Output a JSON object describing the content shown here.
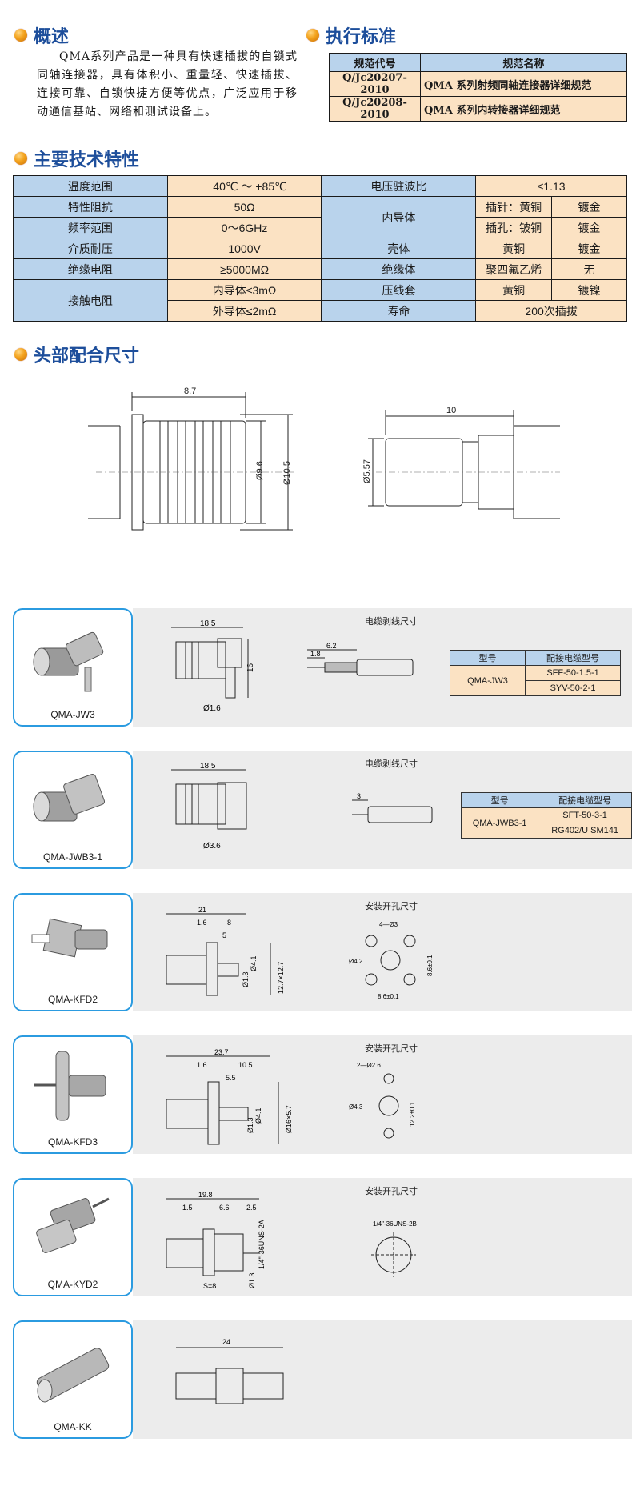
{
  "sections": {
    "overview": "概述",
    "standard": "执行标准",
    "specs": "主要技术特性",
    "dims": "头部配合尺寸"
  },
  "overview_text": "QMA系列产品是一种具有快速插拔的自锁式同轴连接器，具有体积小、重量轻、快速插拔、连接可靠、自锁快捷方便等优点，广泛应用于移动通信基站、网络和测试设备上。",
  "standards": {
    "headers": [
      "规范代号",
      "规范名称"
    ],
    "rows": [
      [
        "Q/Jc20207-2010",
        "QMA 系列射频同轴连接器详细规范"
      ],
      [
        "Q/Jc20208-2010",
        "QMA 系列内转接器详细规范"
      ]
    ]
  },
  "spec": {
    "temp_label": "温度范围",
    "temp_value": "－40℃ ～ +85℃",
    "vswr_label": "电压驻波比",
    "vswr_value": "≤1.13",
    "imp_label": "特性阻抗",
    "imp_value": "50Ω",
    "inner_label": "内导体",
    "pin_label": "插针：黄铜",
    "pin_plating": "镀金",
    "socket_label": "插孔：铍铜",
    "socket_plating": "镀金",
    "freq_label": "频率范围",
    "freq_value": "0～6GHz",
    "diel_label": "介质耐压",
    "diel_value": "1000V",
    "shell_label": "壳体",
    "shell_material": "黄铜",
    "shell_plating": "镀金",
    "ins_label": "绝缘电阻",
    "ins_value": "≥5000MΩ",
    "insul_label": "绝缘体",
    "insul_material": "聚四氟乙烯",
    "insul_plating": "无",
    "contact_label": "接触电阻",
    "contact_inner": "内导体≤3mΩ",
    "contact_outer": "外导体≤2mΩ",
    "crimp_label": "压线套",
    "crimp_material": "黄铜",
    "crimp_plating": "镀镍",
    "life_label": "寿命",
    "life_value": "200次插拔"
  },
  "dims": {
    "d1": "8.7",
    "d2": "Ø9.6",
    "d3": "Ø10.5",
    "d4": "10",
    "d5": "Ø5.57"
  },
  "products": [
    {
      "name": "QMA-JW3",
      "caption": "电缆剥线尺寸",
      "dims": [
        "18.5",
        "16",
        "Ø1.6",
        "6.2",
        "1.8"
      ],
      "table": {
        "h1": "型号",
        "h2": "配接电缆型号",
        "model": "QMA-JW3",
        "c1": "SFF-50-1.5-1",
        "c2": "SYV-50-2-1"
      }
    },
    {
      "name": "QMA-JWB3-1",
      "caption": "电缆剥线尺寸",
      "dims": [
        "18.5",
        "Ø3.6",
        "3"
      ],
      "table": {
        "h1": "型号",
        "h2": "配接电缆型号",
        "model": "QMA-JWB3-1",
        "c1": "SFT-50-3-1",
        "c2": "RG402/U    SM141"
      }
    },
    {
      "name": "QMA-KFD2",
      "caption": "安装开孔尺寸",
      "dims": [
        "21",
        "1.6",
        "8",
        "5",
        "Ø4.1",
        "Ø1.3",
        "12.7×12.7",
        "4—Ø3",
        "Ø4.2",
        "8.6±0.1",
        "8.6±0.1"
      ]
    },
    {
      "name": "QMA-KFD3",
      "caption": "安装开孔尺寸",
      "dims": [
        "23.7",
        "1.6",
        "10.5",
        "5.5",
        "Ø4.1",
        "Ø1.3",
        "Ø16×5.7",
        "2—Ø2.6",
        "Ø4.3",
        "12.2±0.1"
      ]
    },
    {
      "name": "QMA-KYD2",
      "caption": "安装开孔尺寸",
      "dims": [
        "19.8",
        "1.5",
        "6.6",
        "2.5",
        "1/4\"-36UNS-2A",
        "Ø1.3",
        "S=8",
        "1/4\"-36UNS-2B"
      ]
    },
    {
      "name": "QMA-KK",
      "dims": [
        "24"
      ]
    }
  ]
}
